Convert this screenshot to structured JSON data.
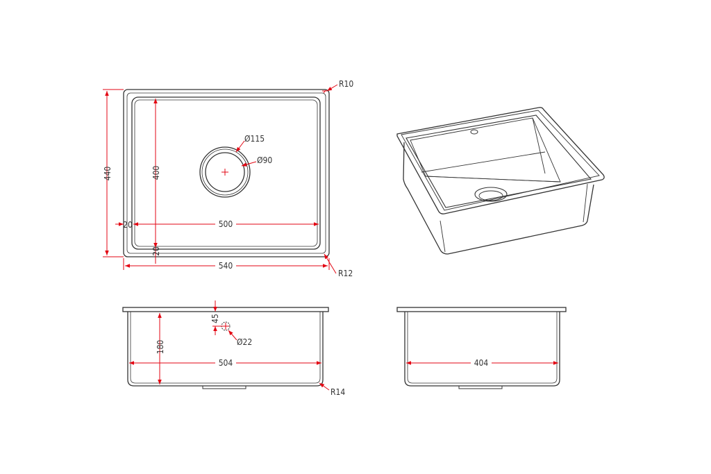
{
  "colors": {
    "line": "#333333",
    "dimension": "#e30613",
    "background": "#ffffff"
  },
  "top_view": {
    "corner_radius_top": "R10",
    "corner_radius_bottom": "R12",
    "outer_height": "440",
    "inner_height": "400",
    "outer_width": "540",
    "inner_width": "500",
    "side_margin": "20",
    "bottom_margin": "20",
    "drain_outer_diameter": "Ø115",
    "drain_inner_diameter": "Ø90"
  },
  "front_view": {
    "depth": "180",
    "overflow_offset": "45",
    "overflow_diameter": "Ø22",
    "width": "504",
    "corner_radius": "R14"
  },
  "side_view": {
    "width": "404"
  }
}
